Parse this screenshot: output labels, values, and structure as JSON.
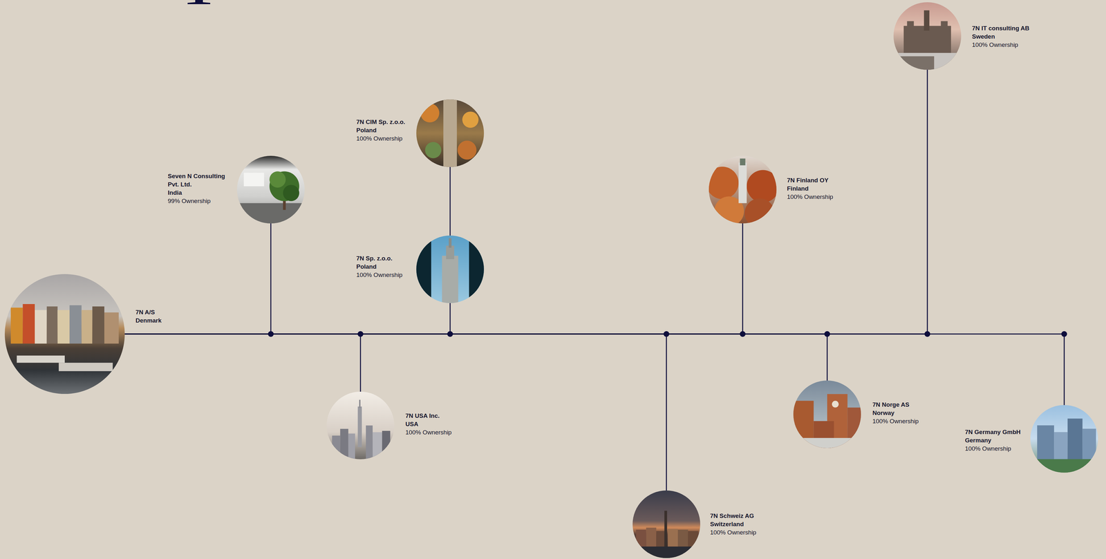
{
  "diagram": {
    "nodes": [
      {
        "text": [
          "7N A/S",
          "Denmark"
        ]
      },
      {
        "text": [
          "Seven N Consulting Pvt. Ltd.",
          "India",
          "99% Ownership"
        ]
      },
      {
        "text": [
          "7N USA Inc.",
          "USA",
          "100% Ownership"
        ]
      },
      {
        "text": [
          "7N CIM Sp. z.o.o.",
          "Poland",
          "100% Ownership"
        ]
      },
      {
        "text": [
          "7N Sp. z.o.o.",
          "Poland",
          "100% Ownership"
        ]
      },
      {
        "text": [
          "7N Schweiz AG",
          "Switzerland",
          "100% Ownership"
        ]
      },
      {
        "text": [
          "7N Finland OY",
          "Finland",
          "100% Ownership"
        ]
      },
      {
        "text": [
          "7N Norge AS",
          "Norway",
          "100% Ownership"
        ]
      },
      {
        "text": [
          "7N IT consulting AB",
          "Sweden",
          "100% Ownership"
        ]
      },
      {
        "text": [
          "7N Germany GmbH",
          "Germany",
          "100% Ownership"
        ]
      }
    ],
    "edges": [
      {
        "from": 0,
        "to": 1,
        "arrow": "none"
      },
      {
        "from": 0,
        "to": 2,
        "arrow": "none"
      },
      {
        "from": 0,
        "to": 4,
        "arrow": "none"
      },
      {
        "from": 4,
        "to": 3,
        "arrow": "none"
      },
      {
        "from": 0,
        "to": 5,
        "arrow": "none"
      },
      {
        "from": 0,
        "to": 6,
        "arrow": "none"
      },
      {
        "from": 0,
        "to": 7,
        "arrow": "none"
      },
      {
        "from": 0,
        "to": 8,
        "arrow": "none"
      },
      {
        "from": 0,
        "to": 9,
        "arrow": "none"
      }
    ]
  }
}
